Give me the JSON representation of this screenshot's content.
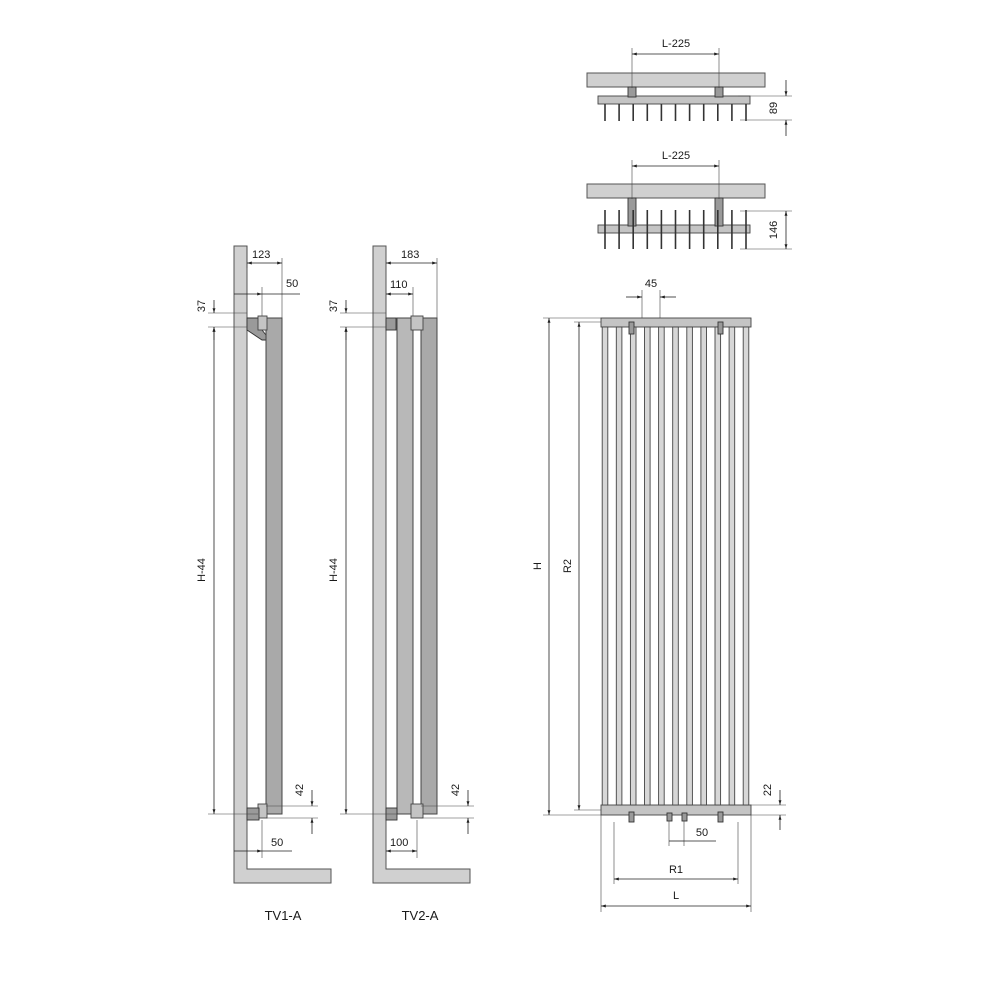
{
  "views": {
    "tv1": {
      "caption": "TV1-A",
      "dim_width": "123",
      "dim_offset_top": "50",
      "dim_top": "37",
      "dim_height": "H-44",
      "dim_bottom": "42",
      "dim_offset_bottom": "50"
    },
    "tv2": {
      "caption": "TV2-A",
      "dim_width": "183",
      "dim_depth": "110",
      "dim_top": "37",
      "dim_height": "H-44",
      "dim_bottom": "42",
      "dim_offset_bottom": "100"
    },
    "plan1": {
      "dim_centers": "L-225",
      "dim_depth": "89"
    },
    "plan2": {
      "dim_centers": "L-225",
      "dim_depth": "146"
    },
    "front": {
      "dim_pitch": "45",
      "dim_height": "H",
      "dim_r2": "R2",
      "dim_bottom": "22",
      "dim_inner": "50",
      "dim_r1": "R1",
      "dim_length": "L",
      "tube_count": 11
    }
  }
}
